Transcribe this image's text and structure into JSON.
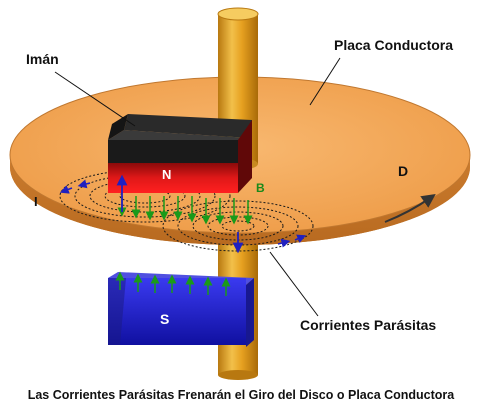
{
  "labels": {
    "magnet": "Imán",
    "plate": "Placa Conductora",
    "north": "N",
    "south": "S",
    "b_field": "B",
    "current": "I",
    "disc": "D",
    "eddy": "Corrientes Parásitas"
  },
  "caption": "Las Corrientes Parásitas Frenarán el Giro del Disco o Placa Conductora",
  "colors": {
    "plate": "#f0a050",
    "shaft": "#e6a020",
    "north_top": "#202020",
    "north_pole": "#d01818",
    "south_pole": "#2828c8",
    "field_arrow": "#1a9a1a",
    "current_arrow": "#2020c0"
  }
}
